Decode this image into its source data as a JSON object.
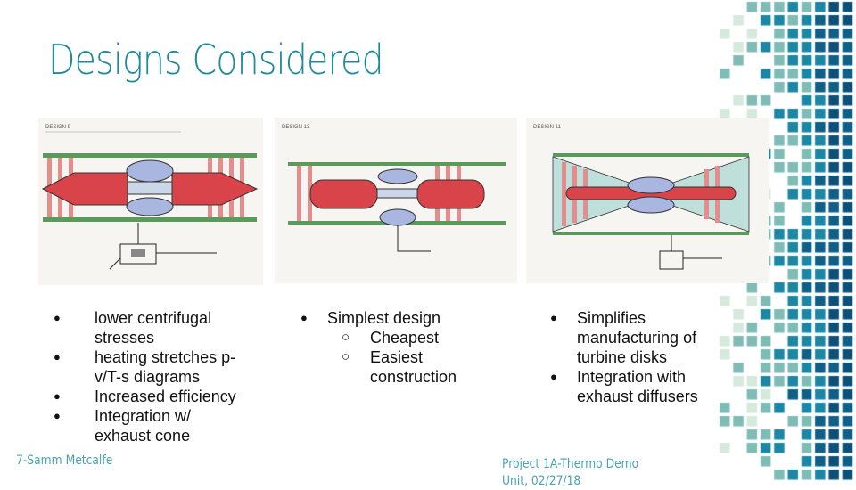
{
  "slide": {
    "title": "Designs Considered",
    "designs": [
      {
        "sketch_label": "DESIGN 9",
        "bullets": [
          {
            "level": 1,
            "text": "lower centrifugal stresses"
          },
          {
            "level": 1,
            "text": "heating stretches p-v/T-s diagrams"
          },
          {
            "level": 1,
            "text": "Increased efficiency"
          },
          {
            "level": 1,
            "text": "Integration w/ exhaust cone"
          }
        ]
      },
      {
        "sketch_label": "DESIGN 13",
        "bullets": [
          {
            "level": 1,
            "text": "Simplest design"
          },
          {
            "level": 2,
            "text": "Cheapest"
          },
          {
            "level": 2,
            "text": "Easiest construction"
          }
        ]
      },
      {
        "sketch_label": "DESIGN 11",
        "bullets": [
          {
            "level": 1,
            "text": "Simplifies manufacturing of turbine disks"
          },
          {
            "level": 1,
            "text": "Integration with exhaust diffusers"
          }
        ]
      }
    ],
    "footer_left": "7-Samm Metcalfe",
    "footer_right_line1": "Project 1A-Thermo Demo",
    "footer_right_line2": "Unit, 02/27/18"
  },
  "colors": {
    "accent": "#1e8a9c",
    "mosaic": [
      "#d5e9dc",
      "#7fbcb6",
      "#1b87a5",
      "#0f5f86",
      "#0c5078"
    ]
  }
}
